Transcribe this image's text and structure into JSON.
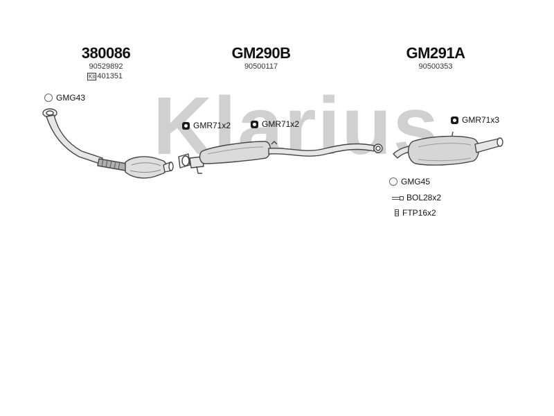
{
  "watermark": {
    "text": "Klarius",
    "color": "#bdbdbd"
  },
  "colors": {
    "part_outline": "#444444",
    "part_fill": "#d9d9d9",
    "part_shade": "#9e9e9e"
  },
  "sections": [
    {
      "part_number": "380086",
      "oe_number": "90529892",
      "kit_badge": "Kit",
      "kit_number": "401351"
    },
    {
      "part_number": "GM290B",
      "oe_number": "90500117"
    },
    {
      "part_number": "GM291A",
      "oe_number": "90500353"
    }
  ],
  "accessories": [
    {
      "label": "GMG43",
      "icon": "ring-gasket-icon"
    },
    {
      "label": "GMR71x2",
      "icon": "rubber-hanger-icon"
    },
    {
      "label": "GMR71x2",
      "icon": "rubber-hanger-icon"
    },
    {
      "label": "GMR71x3",
      "icon": "rubber-hanger-icon"
    },
    {
      "label": "GMG45",
      "icon": "ring-gasket-icon"
    },
    {
      "label": "BOL28x2",
      "icon": "bolt-icon"
    },
    {
      "label": "FTP16x2",
      "icon": "nut-icon"
    }
  ]
}
